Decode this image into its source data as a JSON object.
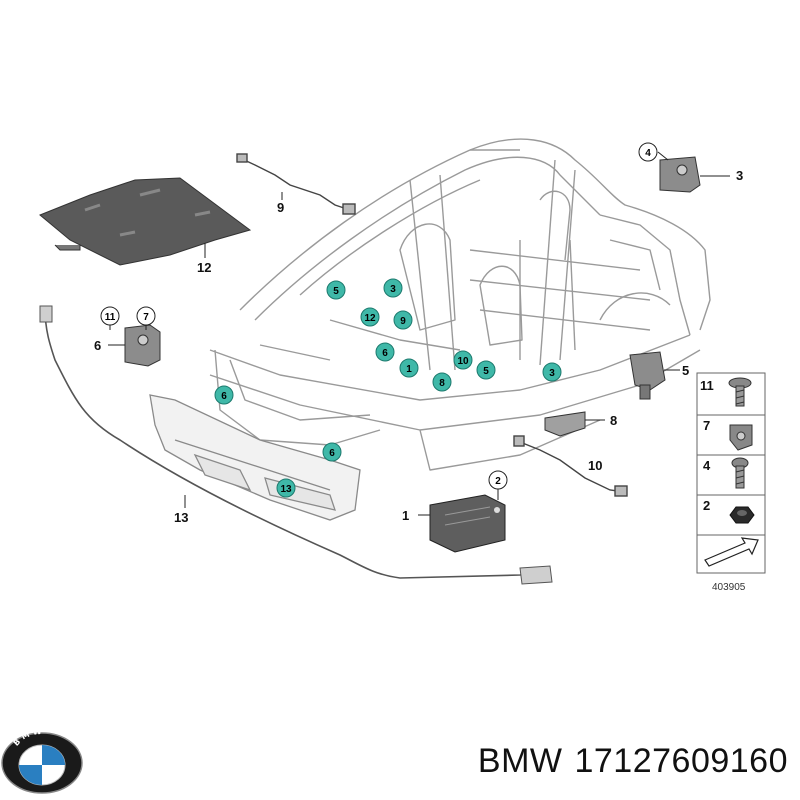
{
  "diagram": {
    "callouts": {
      "c1": "1",
      "c2": "2",
      "c3": "3",
      "c4": "4",
      "c5": "5",
      "c6": "6",
      "c7": "7",
      "c8": "8",
      "c9": "9",
      "c10": "10",
      "c11": "11",
      "c12": "12",
      "c13": "13"
    },
    "bubbles": {
      "b5a": "5",
      "b3a": "3",
      "b12": "12",
      "b9": "9",
      "b6a": "6",
      "b1": "1",
      "b10": "10",
      "b8": "8",
      "b5b": "5",
      "b3b": "3",
      "b6b": "6",
      "b6c": "6",
      "b13": "13"
    },
    "legend": {
      "items": [
        "11",
        "7",
        "4",
        "2"
      ],
      "diagram_number": "403905"
    },
    "colors": {
      "bubble_fill": "#3fb8a8",
      "line": "#333333",
      "car_line": "#9a9a9a"
    }
  },
  "footer": {
    "brand_logo_letters": "BMW",
    "brand": "BMW",
    "part_number": "17127609160"
  }
}
